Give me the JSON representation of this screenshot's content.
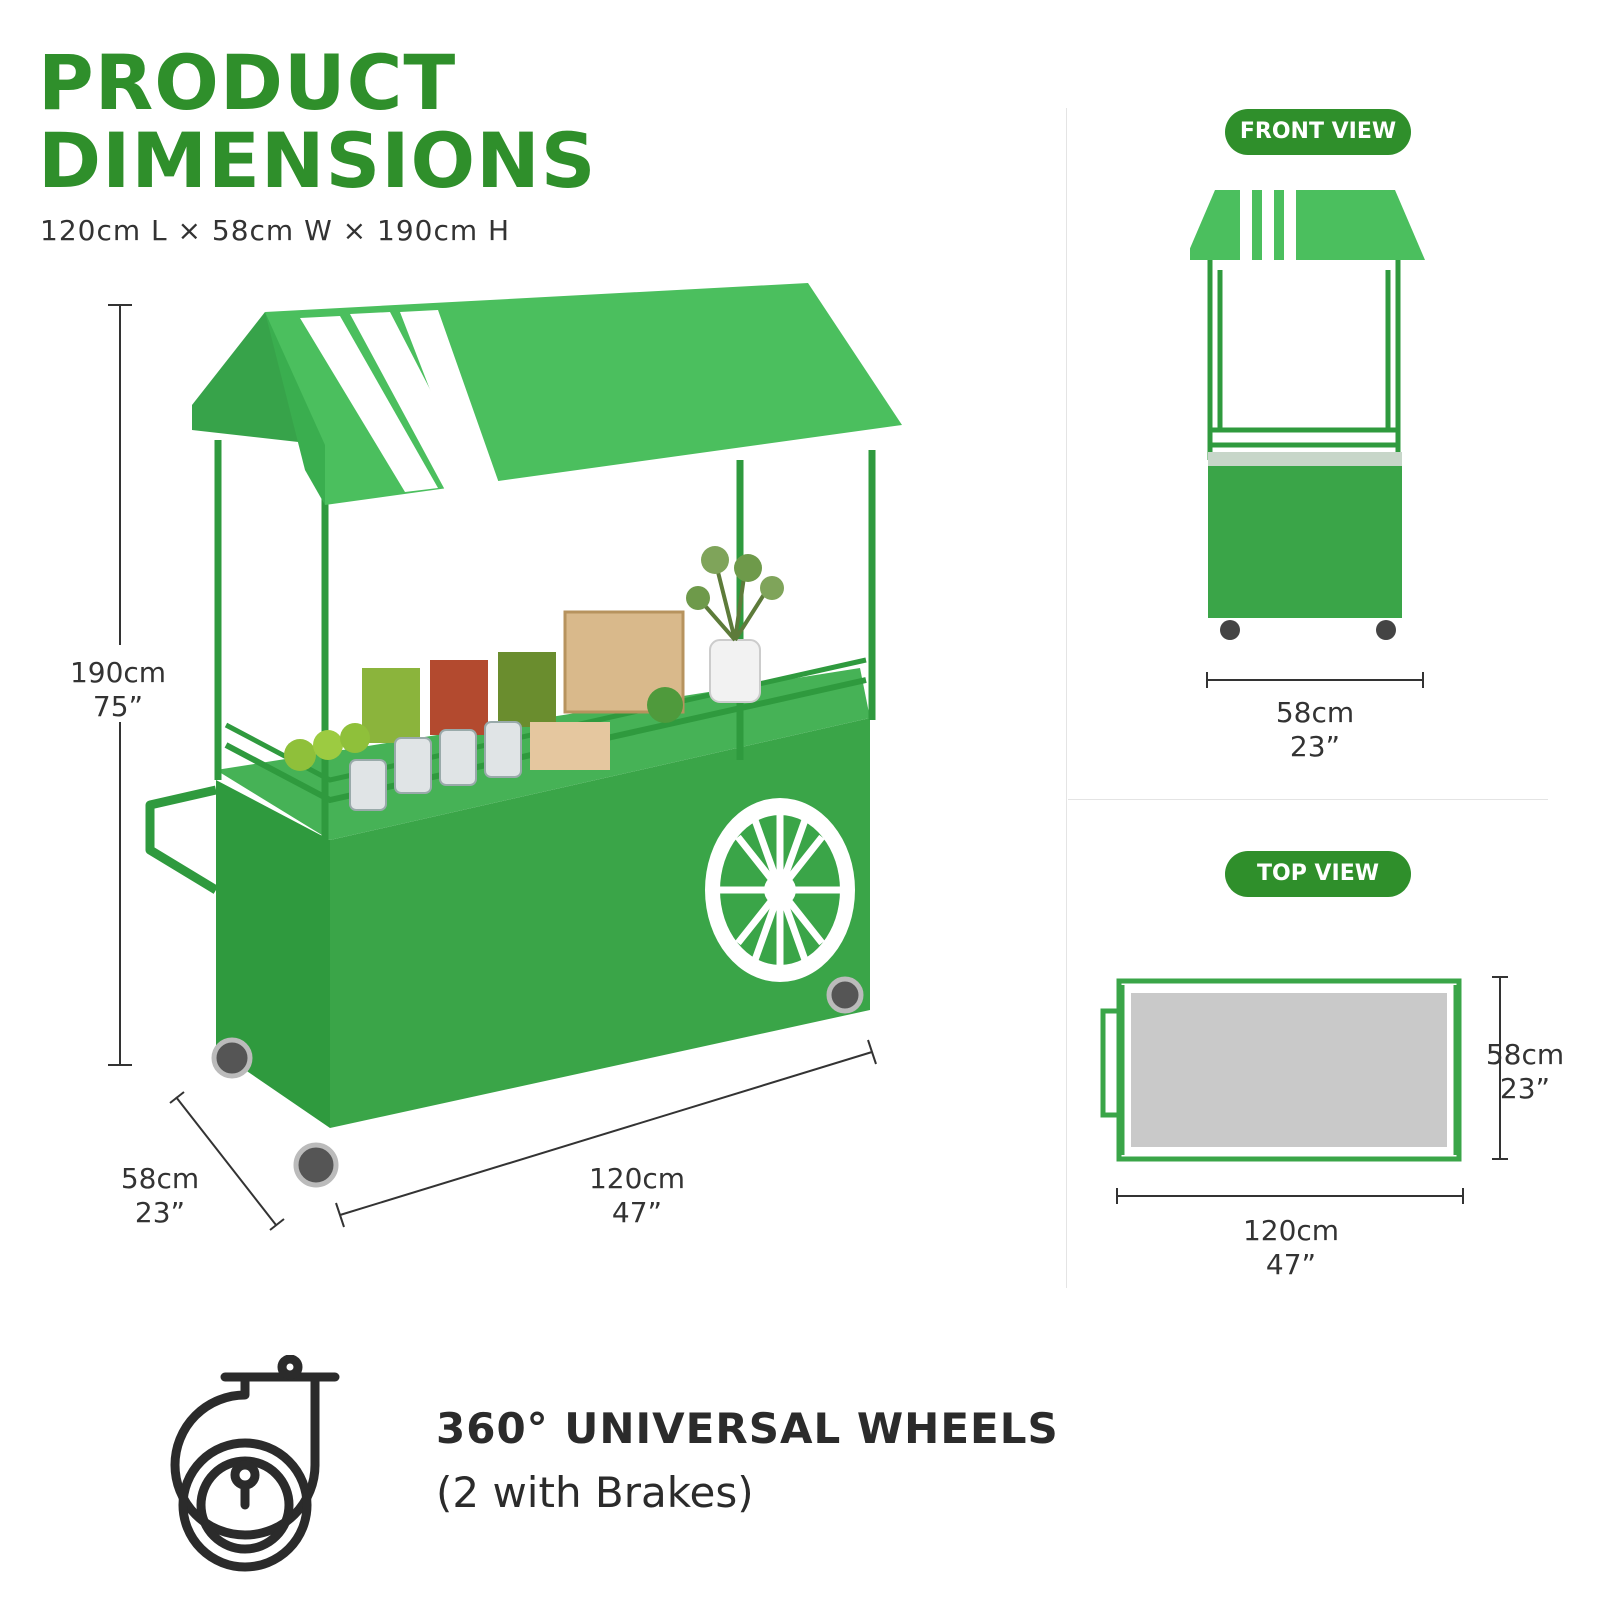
{
  "header": {
    "title_line1": "PRODUCT",
    "title_line2": "DIMENSIONS",
    "subtitle": "120cm L × 58cm W × 190cm H"
  },
  "main_view": {
    "height": {
      "cm": "190cm",
      "in": "75”"
    },
    "width": {
      "cm": "58cm",
      "in": "23”"
    },
    "length": {
      "cm": "120cm",
      "in": "47”"
    }
  },
  "front_view": {
    "label": "FRONT VIEW",
    "width": {
      "cm": "58cm",
      "in": "23”"
    }
  },
  "top_view": {
    "label": "TOP VIEW",
    "length": {
      "cm": "120cm",
      "in": "47”"
    },
    "width": {
      "cm": "58cm",
      "in": "23”"
    }
  },
  "feature": {
    "icon": "caster-wheel-icon",
    "title": "360° UNIVERSAL WHEELS",
    "subtitle": "(2 with Brakes)"
  },
  "colors": {
    "brand_green": "#2f8f2b",
    "cart_green": "#3aa548",
    "awning_green": "#4bbf5e"
  }
}
